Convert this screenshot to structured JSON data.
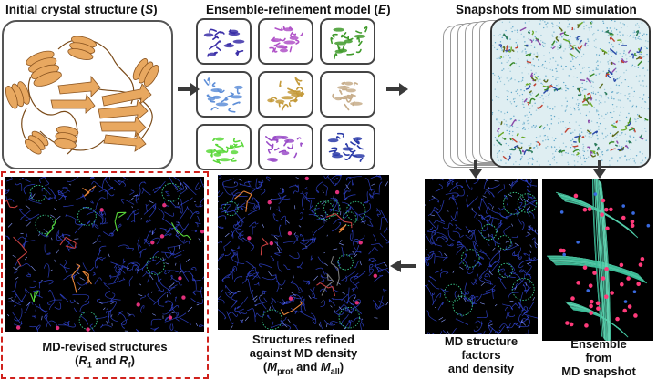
{
  "headings": {
    "initial_main": "Initial crystal structure (",
    "initial_symbol": "S",
    "initial_close": ")",
    "ensemble_main": "Ensemble-refinement model (",
    "ensemble_symbol": "E",
    "ensemble_close": ")",
    "snapshots": "Snapshots from MD simulation"
  },
  "captions": {
    "md_revised_line1": "MD-revised structures",
    "md_revised_open": "(",
    "md_revised_r1": "R",
    "md_revised_r1_sub": "1",
    "md_revised_and": " and ",
    "md_revised_r2": "R",
    "md_revised_r2_sub": "f",
    "md_revised_close": ")",
    "refined_line1": "Structures refined",
    "refined_line2": "against MD density",
    "refined_open": "(",
    "refined_m1": "M",
    "refined_m1_sub": "prot",
    "refined_and": " and ",
    "refined_m2": "M",
    "refined_m2_sub": "all",
    "refined_close": ")",
    "structure_factors_line1": "MD structure",
    "structure_factors_line2": "factors",
    "structure_factors_line3": "and density",
    "ensemble_snapshot_line1": "Ensemble",
    "ensemble_snapshot_line2": "from",
    "ensemble_snapshot_line3": "MD snapshot"
  },
  "colors": {
    "crystal_protein": "#e8a860",
    "density_mesh": "#3346d8",
    "md_revised_border": "#d0211c",
    "arrow": "#3a3a3a",
    "ensemble_cells": [
      "#3b2fa8",
      "#b052c8",
      "#3f9a2a",
      "#5f8fd8",
      "#c49a3a",
      "#c7ad8a",
      "#5bd83a",
      "#9a4cc8",
      "#2a3aa8"
    ]
  }
}
